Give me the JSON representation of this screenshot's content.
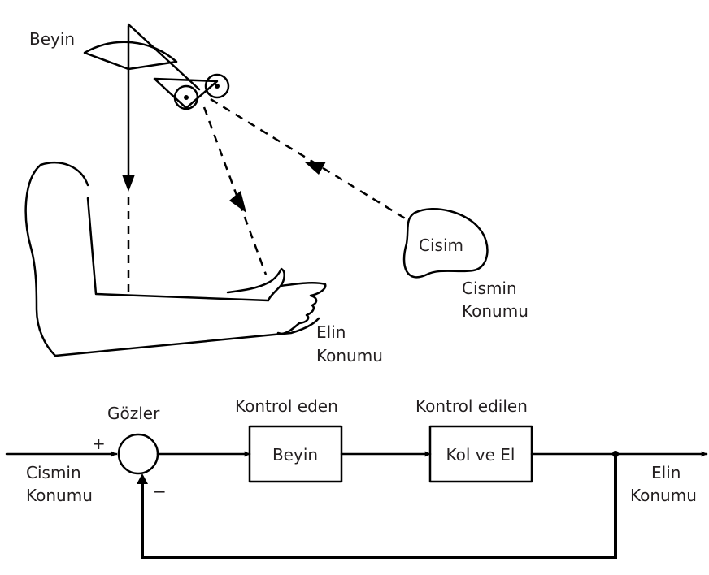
{
  "illustration": {
    "brain_label": "Beyin",
    "object_label": "Cisim",
    "object_position_label": [
      "Cismin",
      "Konumu"
    ],
    "hand_position_label": [
      "Elin",
      "Konumu"
    ]
  },
  "block_diagram": {
    "sensor_label": "Gözler",
    "plus_sign": "+",
    "minus_sign": "−",
    "input_label": [
      "Cismin",
      "Konumu"
    ],
    "controller_caption": "Kontrol eden",
    "controller_block": "Beyin",
    "plant_caption": "Kontrol edilen",
    "plant_block": "Kol ve El",
    "output_label": [
      "Elin",
      "Konumu"
    ]
  }
}
